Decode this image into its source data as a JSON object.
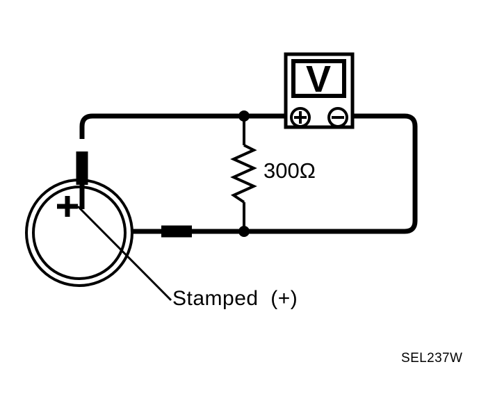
{
  "figure": {
    "code": "SEL237W",
    "background_color": "#ffffff",
    "line_color": "#000000"
  },
  "meter": {
    "name": "voltmeter",
    "display_label": "V",
    "positive_terminal_symbol": "+",
    "negative_terminal_symbol": "−"
  },
  "resistor": {
    "label": "300Ω",
    "value": "300",
    "unit": "Ω"
  },
  "battery": {
    "type": "coin-cell",
    "polarity_mark": "+",
    "callout_label": "Stamped  (+)"
  }
}
